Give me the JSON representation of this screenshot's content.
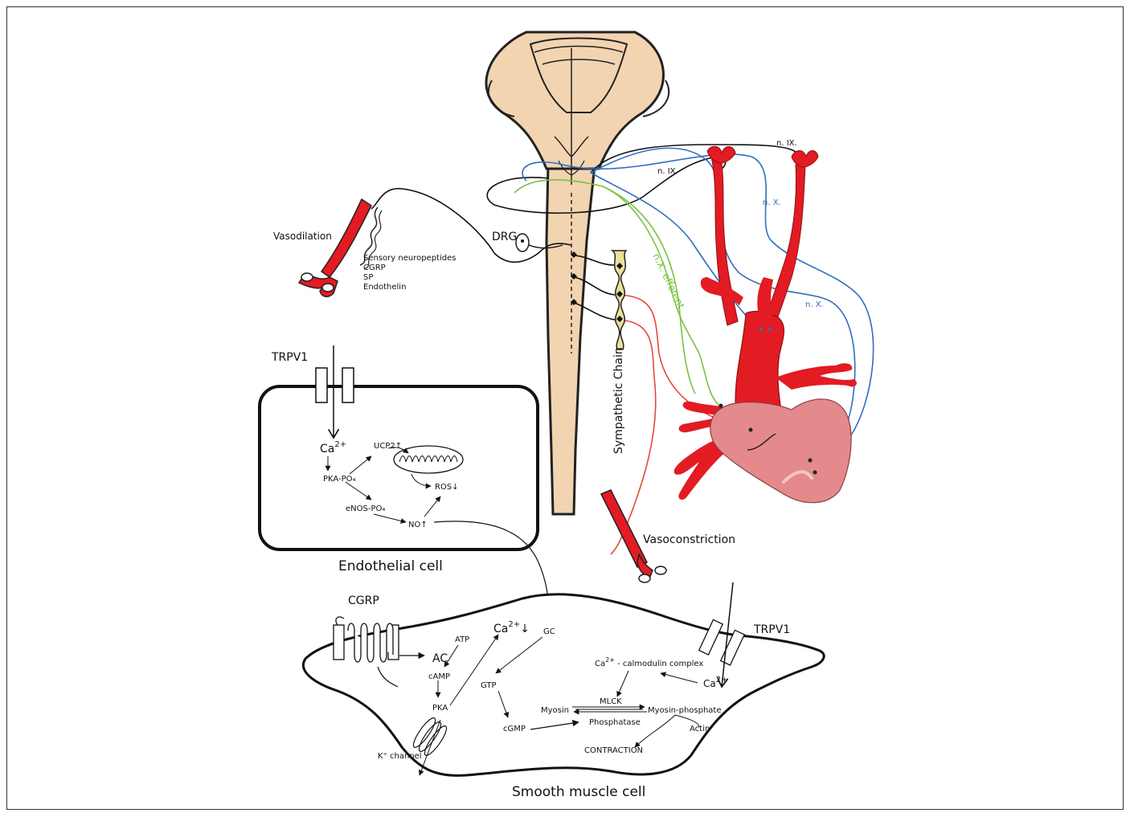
{
  "labels": {
    "vasodilation": "Vasodilation",
    "drg": "DRG",
    "sensory_neuropeptides": "Sensory neuropeptides",
    "cgrp_small": "CGRP",
    "sp": "SP",
    "endothelin": "Endothelin",
    "n_ix_1": "n. IX.",
    "n_ix_2": "n. IX.",
    "n_x_1": "n. X.",
    "n_x_2": "n. X.",
    "n_x_efferent": "n.X. efferent",
    "sympathetic_chain": "Sympathetic Chain",
    "vasoconstriction": "Vasoconstriction",
    "trpv1_top": "TRPV1",
    "trpv1_bottom": "TRPV1",
    "endothelial_cell": "Endothelial cell",
    "smooth_muscle_cell": "Smooth muscle cell"
  },
  "endothelial": {
    "ca": "Ca",
    "ca_sup": "2+",
    "pka_po4": "PKA-PO₄",
    "ucp2": "UCP2↑",
    "ros": "ROS↓",
    "enos_po4": "eNOS-PO₄",
    "no": "NO↑"
  },
  "smooth_muscle": {
    "cgrp": "CGRP",
    "ac": "AC",
    "atp": "ATP",
    "camp": "cAMP",
    "pka": "PKA",
    "k_channel": "K⁺ channel",
    "ca_down": "Ca",
    "ca_down_sup": "2+",
    "ca_down_arrow": "↓",
    "gc": "GC",
    "gtp": "GTP",
    "cgmp": "cGMP",
    "ca_calmodulin_ca": "Ca",
    "ca_calmodulin_sup": "2+",
    "ca_calmodulin_rest": " - calmodulin complex",
    "ca_right": "Ca",
    "ca_right_sup": "2+",
    "mlck": "MLCK",
    "myosin": "Myosin",
    "myosin_phosphate": "Myosin-phosphate",
    "phosphatase": "Phosphatase",
    "actin": "Actin",
    "contraction": "CONTRACTION"
  },
  "colors": {
    "artery_red": "#e31b23",
    "brainstem_tan": "#f2d4b1",
    "heart_pink": "#e58a8c",
    "sympathetic_yellow": "#e9e19a",
    "vagus_blue": "#2f6fbf",
    "efferent_green": "#7cc242",
    "sympathetic_red": "#e8463a"
  }
}
